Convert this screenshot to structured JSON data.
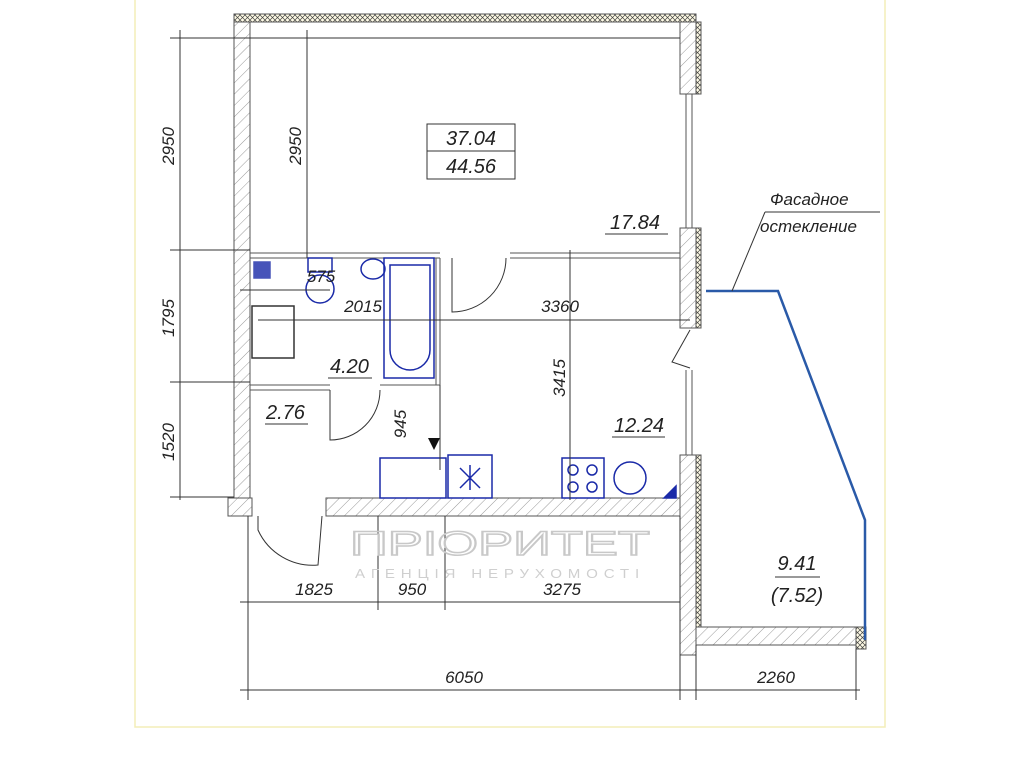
{
  "plan": {
    "total_area_living": "37.04",
    "total_area_full": "44.56",
    "rooms": {
      "living_room": "17.84",
      "bathroom": "4.20",
      "hallway": "2.76",
      "kitchen": "12.24",
      "balcony": "9.41",
      "balcony_reduced": "(7.52)"
    },
    "dimensions": {
      "left_top": "2950",
      "inner_top": "2950",
      "left_mid": "1795",
      "left_bottom": "1520",
      "bath_small": "575",
      "bath_width": "2015",
      "room_width": "3360",
      "kitchen_depth": "3415",
      "corridor": "945",
      "bottom_1": "1825",
      "bottom_2": "950",
      "bottom_3": "3275",
      "total_width": "6050",
      "balcony_width": "2260"
    },
    "annotation": {
      "line1": "Фасадное",
      "line2": "остекление"
    },
    "watermark": {
      "brand": "ПРІОРИТЕТ",
      "tagline": "АГЕНЦІЯ НЕРУХОМОСТІ"
    },
    "colors": {
      "frame": "#f3eeb8",
      "fixtures": "#1a2aa8",
      "walls": "#555555"
    }
  }
}
